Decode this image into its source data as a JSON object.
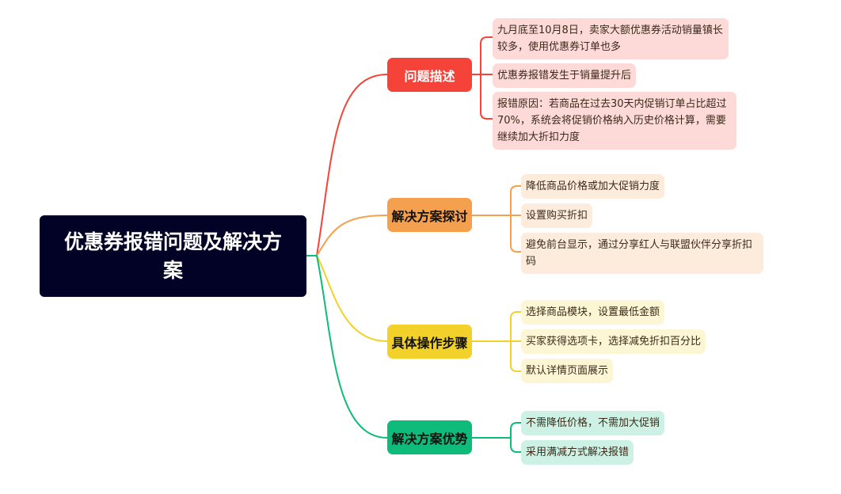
{
  "root": {
    "title": "优惠券报错问题及解决方案"
  },
  "branches": [
    {
      "label": "问题描述",
      "color": "#f5433a",
      "leaves": [
        "九月底至10月8日，卖家大额优惠券活动销量镇长较多，使用优惠券订单也多",
        "优惠券报错发生于销量提升后",
        "报错原因：若商品在过去30天内促销订单占比超过70%，系统会将促销价格纳入历史价格计算，需要继续加大折扣力度"
      ]
    },
    {
      "label": "解决方案探讨",
      "color": "#f5a04e",
      "leaves": [
        "降低商品价格或加大促销力度",
        "设置购买折扣",
        "避免前台显示，通过分享红人与联盟伙伴分享折扣码"
      ]
    },
    {
      "label": "具体操作步骤",
      "color": "#f2d12a",
      "leaves": [
        "选择商品模块，设置最低金额",
        "买家获得选项卡，选择减免折扣百分比",
        "默认详情页面展示"
      ]
    },
    {
      "label": "解决方案优势",
      "color": "#0ebb7a",
      "leaves": [
        "不需降低价格，不需加大促销",
        "采用满减方式解决报错"
      ]
    }
  ]
}
